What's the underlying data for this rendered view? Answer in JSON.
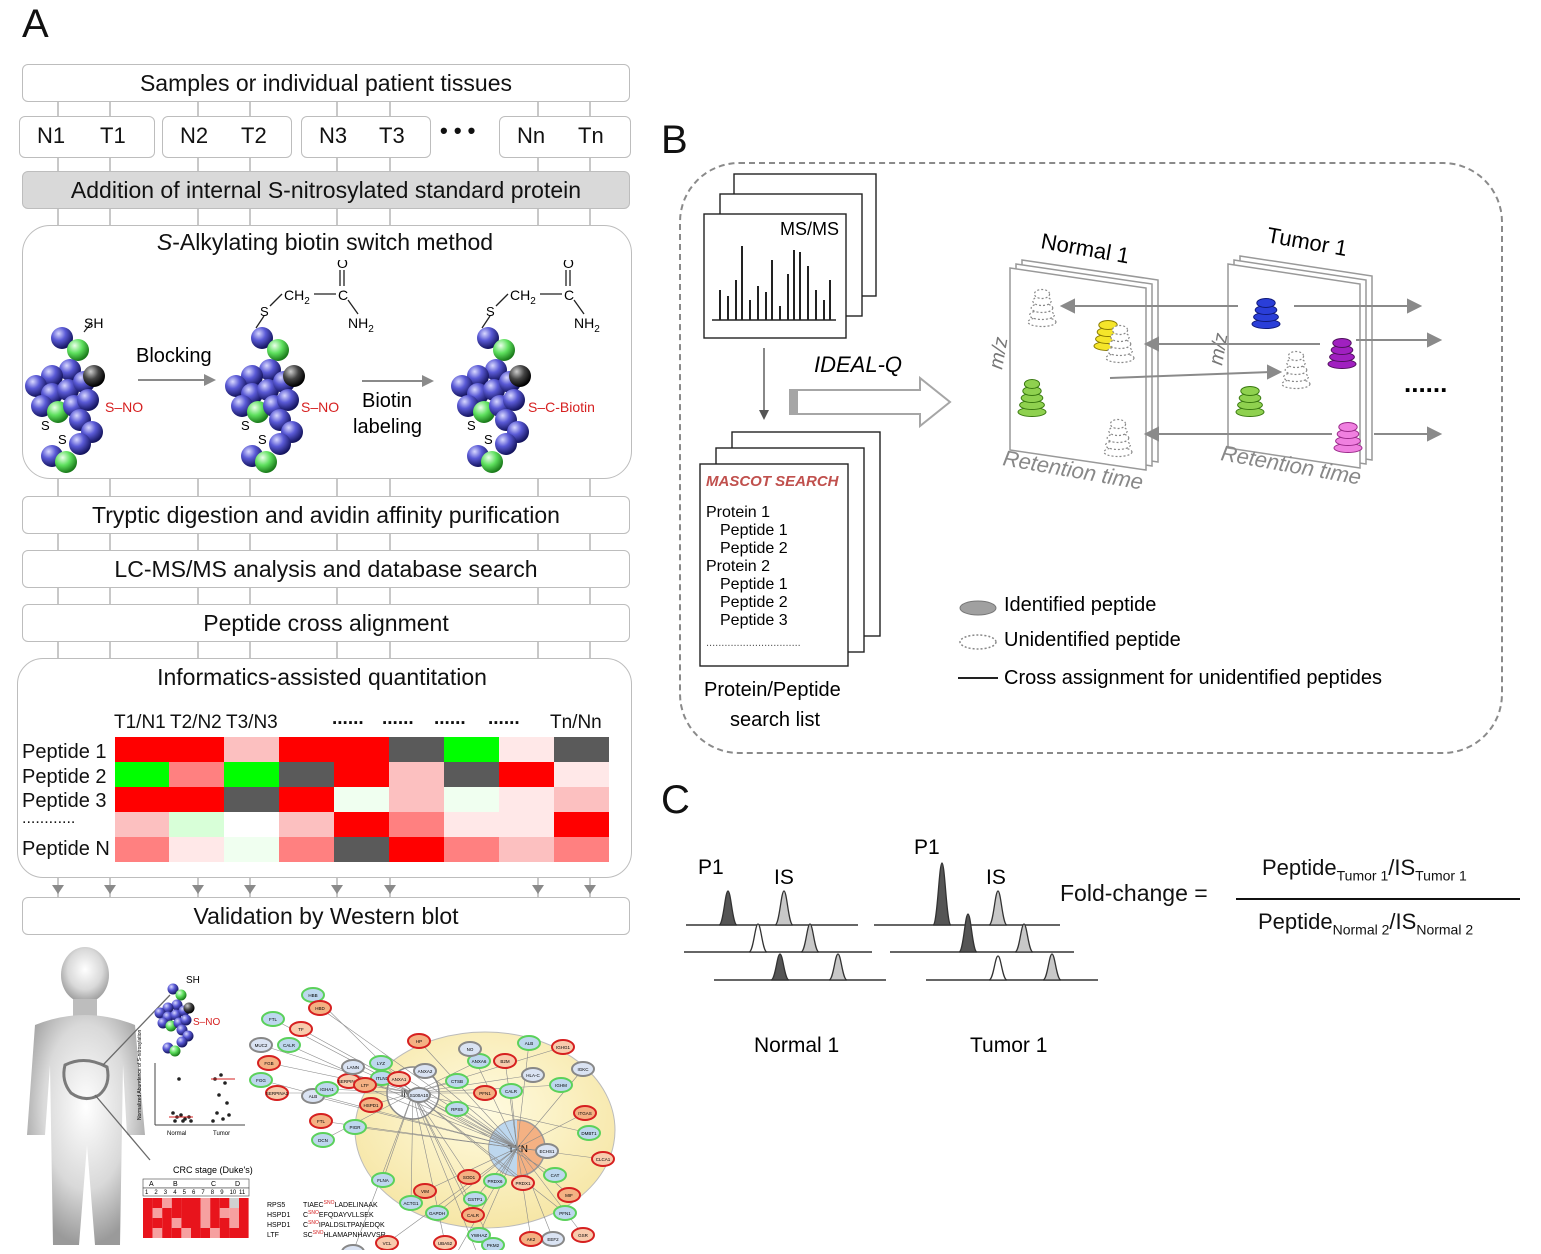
{
  "panel_a": {
    "letter": "A",
    "samples_header": "Samples or individual  patient tissues",
    "sample_pairs": [
      {
        "n": "N1",
        "t": "T1"
      },
      {
        "n": "N2",
        "t": "T2"
      },
      {
        "n": "N3",
        "t": "T3"
      },
      {
        "n": "Nn",
        "t": "Tn"
      }
    ],
    "ellipsis": "• • •",
    "step_internal_standard": "Addition of internal  S-nitrosylated standard protein",
    "biotin_switch_title_italic": "S",
    "biotin_switch_title_rest": "-Alkylating  biotin switch method",
    "blocking_label": "Blocking",
    "biotin_labeling_line1": "Biotin",
    "biotin_labeling_line2": "labeling",
    "sh_label": "SH",
    "sno_label": "S–NO",
    "s_label": "S",
    "sc_biotin_label": "S–C-Biotin",
    "ch2_label": "CH",
    "ch2_sub": "2",
    "c_label": "C",
    "o_label": "O",
    "nh2_label": "NH",
    "nh2_sub": "2",
    "step_tryptic": "Tryptic digestion and avidin affinity purification",
    "step_lcms": "LC-MS/MS analysis and database search",
    "step_alignment": "Peptide cross alignment",
    "quant_title": "Informatics-assisted quantitation",
    "column_labels": [
      "T1/N1",
      "T2/N2",
      "T3/N3",
      "......",
      "......",
      "......",
      "......",
      "Tn/Nn"
    ],
    "row_labels": [
      "Peptide 1",
      "Peptide 2",
      "Peptide 3",
      "............",
      "Peptide N"
    ],
    "step_validation": "Validation by Western blot",
    "heatmap_colors": {
      "R": "#ff0000",
      "G": "#00ff00",
      "D": "#5a5a5a",
      "P": "#fcc0c0",
      "p": "#ffe8e8",
      "M": "#ff8080",
      "L": "#d8ffd8",
      "W": "#ffffff",
      "w": "#f0fff0"
    },
    "heatmap_rows": [
      [
        "R",
        "R",
        "P",
        "R",
        "R",
        "D",
        "G",
        "p",
        "D"
      ],
      [
        "G",
        "M",
        "G",
        "D",
        "R",
        "P",
        "D",
        "R",
        "p"
      ],
      [
        "R",
        "R",
        "D",
        "R",
        "w",
        "P",
        "w",
        "p",
        "P"
      ],
      [
        "P",
        "L",
        "W",
        "P",
        "R",
        "M",
        "p",
        "p",
        "R"
      ],
      [
        "M",
        "p",
        "w",
        "M",
        "D",
        "R",
        "M",
        "P",
        "M"
      ]
    ],
    "inset_chart_labels": [
      "Normal",
      "Tumor"
    ],
    "inset_ylabel": "Normalized Abundance of\nS-nitrosylation",
    "crc_stage_title": "CRC stage (Duke's)",
    "crc_stage_groups": [
      "A",
      "B",
      "C",
      "D"
    ],
    "crc_stage_numbers": [
      "1",
      "2",
      "3",
      "4",
      "5",
      "6",
      "7",
      "8",
      "9",
      "10",
      "11"
    ],
    "crc_genes": [
      "RPS5",
      "HSPD1",
      "HSPD1",
      "LTF"
    ],
    "crc_sequences": [
      {
        "pre": "TIAEC",
        "sno": "SNO",
        "post": "LADELINAAK"
      },
      {
        "pre": "C",
        "sno": "SNO",
        "post": "EFQDAYVLLSEK"
      },
      {
        "pre": "C",
        "sno": "SNO",
        "post": "IPALDSLTPANEDQK"
      },
      {
        "pre": "SC",
        "sno": "SNO",
        "post": "HLAMAPNHAVVSR"
      }
    ],
    "network_nodes": [
      "HBB",
      "HBD",
      "FTL",
      "TF",
      "MUC2",
      "CALR",
      "FGB",
      "FGG",
      "SERPINA1",
      "ALB",
      "IGHA1",
      "FTL",
      "DCN",
      "SERPINA3",
      "LANN",
      "ITLN1",
      "LTF",
      "LYZ",
      "ANXA1",
      "ANXA2",
      "CTSB",
      "HP",
      "ANXA6",
      "B2M",
      "HLA-C",
      "CALR",
      "PFN1",
      "ALB",
      "IGHG1",
      "IGKC",
      "IGHM",
      "ITGAS",
      "DMBT1",
      "CLCA1",
      "S100A10",
      "RPS5",
      "HSPD1",
      "PIGR",
      "iNOS",
      "NO",
      "FLNA",
      "VIM",
      "ACTG1",
      "VCL",
      "MIF",
      "GSTP1",
      "SOD1",
      "PRDX6",
      "PRDX1",
      "ECHS1",
      "CAT",
      "MIF",
      "PFN1",
      "GSR",
      "TXN",
      "GAPDH",
      "CALR",
      "YWHAZ",
      "UBA52",
      "EEF2",
      "PKM2",
      "AK2",
      "HSPD1",
      "TUBB"
    ]
  },
  "panel_b": {
    "letter": "B",
    "msms_label": "MS/MS",
    "ideal_q_label": "IDEAL-Q",
    "mascot_label": "MASCOT SEARCH",
    "search_list_lines": [
      "Protein  1",
      "Peptide  1",
      "Peptide  2",
      "Protein  2",
      "Peptide  1",
      "Peptide  2",
      "Peptide  3"
    ],
    "search_list_dots": "...............................",
    "search_caption_line1": "Protein/Peptide",
    "search_caption_line2": "search list",
    "normal_label": "Normal 1",
    "tumor_label": "Tumor 1",
    "mz_label": "m/z",
    "retention_label": "Retention time",
    "more_dots": "......",
    "legend": [
      {
        "label": "Identified peptide"
      },
      {
        "label": "Unidentified peptide"
      },
      {
        "label": "Cross assignment  for unidentified  peptides"
      }
    ]
  },
  "panel_c": {
    "letter": "C",
    "p1_label": "P1",
    "is_label": "IS",
    "normal_caption": "Normal  1",
    "tumor_caption": "Tumor  1",
    "fold_change_label": "Fold-change  =",
    "numerator": {
      "peptide": "Peptide",
      "peptide_sub": "Tumor  1",
      "slash": "/IS",
      "is_sub": "Tumor  1"
    },
    "denominator": {
      "peptide": "Peptide",
      "peptide_sub": "Normal  2",
      "slash": "/IS",
      "is_sub": "Normal  2"
    }
  }
}
